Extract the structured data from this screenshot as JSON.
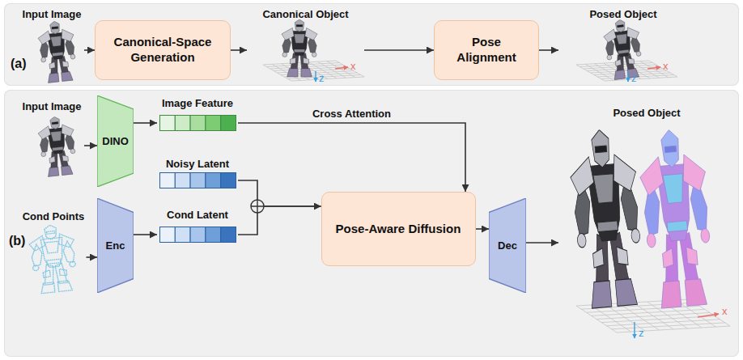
{
  "diagram": {
    "nodes": [
      {
        "text": [
          "(a)"
        ]
      },
      {
        "text": [
          "Input Image"
        ],
        "in": 0
      },
      {
        "text": [
          "Canonical-Space Generation"
        ],
        "in": 0
      },
      {
        "text": [
          "Canonical Object"
        ],
        "in": 0
      },
      {
        "text": [
          "Pose Alignment"
        ],
        "in": 0
      },
      {
        "text": [
          "Posed Object"
        ],
        "in": 0
      },
      {
        "text": [
          "(b)"
        ]
      },
      {
        "text": [
          "Input Image"
        ],
        "in": 6
      },
      {
        "text": [
          "DINO"
        ],
        "in": 6
      },
      {
        "text": [
          "Image Feature"
        ],
        "in": 6
      },
      {
        "text": [
          "Noisy Latent"
        ],
        "in": 6
      },
      {
        "text": [
          "Cond Points"
        ],
        "in": 6
      },
      {
        "text": [
          "Enc"
        ],
        "in": 6
      },
      {
        "text": [
          "Cond Latent"
        ],
        "in": 6
      },
      {
        "text": [
          "Pose-Aware Diffusion"
        ],
        "in": 6
      },
      {
        "text": [
          "Dec"
        ],
        "in": 6
      },
      {
        "text": [
          "Posed Object"
        ],
        "in": 6
      }
    ],
    "edges": [
      {
        "from": 1,
        "to": 2,
        "arrow": "to"
      },
      {
        "from": 2,
        "to": 3,
        "arrow": "to"
      },
      {
        "from": 3,
        "to": 4,
        "arrow": "to"
      },
      {
        "from": 4,
        "to": 5,
        "arrow": "to"
      },
      {
        "from": 7,
        "to": 8,
        "arrow": "to"
      },
      {
        "from": 8,
        "to": 9,
        "arrow": "to"
      },
      {
        "from": 9,
        "to": 14,
        "label": "Cross Attention",
        "arrow": "to"
      },
      {
        "from": 10,
        "to": 14,
        "arrow": "to"
      },
      {
        "from": 11,
        "to": 12,
        "arrow": "to"
      },
      {
        "from": 12,
        "to": 13,
        "arrow": "to"
      },
      {
        "from": 13,
        "to": 14,
        "arrow": "to"
      },
      {
        "from": 14,
        "to": 15,
        "arrow": "to"
      },
      {
        "from": 15,
        "to": 16,
        "arrow": "to"
      }
    ],
    "labels": [
      "x",
      "z",
      "x",
      "z",
      "x",
      "z"
    ]
  }
}
